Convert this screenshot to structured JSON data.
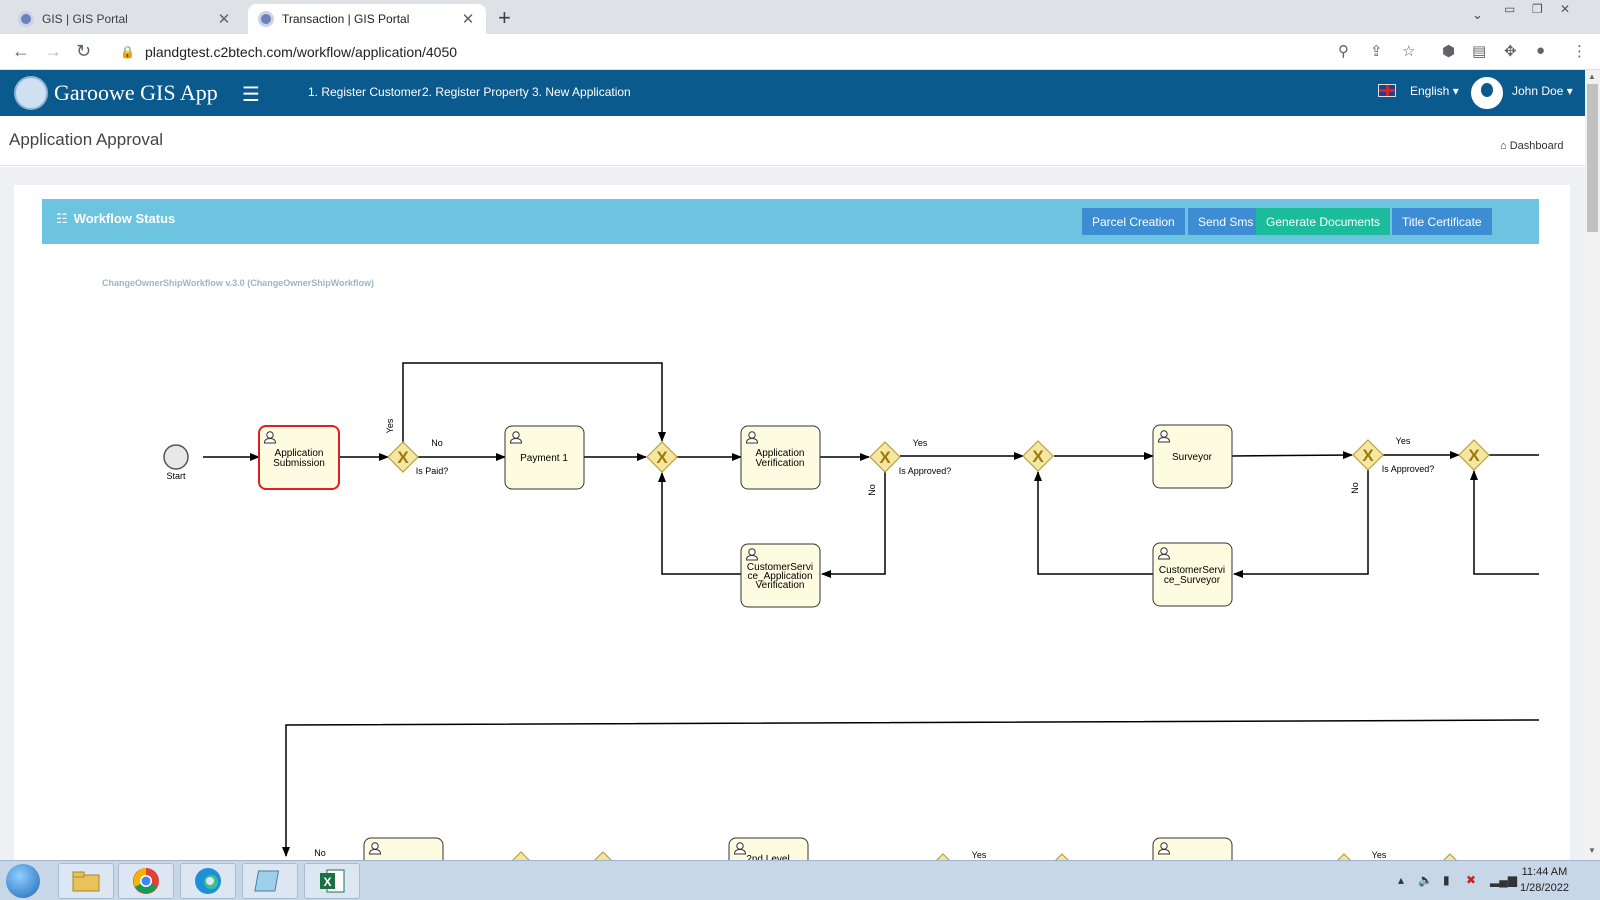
{
  "browser": {
    "tabs": [
      {
        "title": "GIS | GIS Portal",
        "active": false
      },
      {
        "title": "Transaction | GIS Portal",
        "active": true
      }
    ],
    "url": "plandgtest.c2btech.com/workflow/application/4050"
  },
  "header": {
    "app_title": "Garoowe GIS App",
    "nav": [
      "1. Register Customer",
      "2. Register Property",
      "3. New Application"
    ],
    "language": "English",
    "user": "John Doe"
  },
  "page": {
    "title": "Application Approval",
    "breadcrumb": "Dashboard"
  },
  "panel": {
    "title": "Workflow Status",
    "buttons": {
      "parcel_creation": "Parcel Creation",
      "send_sms": "Send Sms",
      "generate_documents": "Generate Documents",
      "title_certificate": "Title Certificate"
    }
  },
  "diagram": {
    "workflow_name": "ChangeOwnerShipWorkflow v.3.0 (ChangeOwnerShipWorkflow)",
    "start_label": "Start",
    "tasks": {
      "application_submission": [
        "Application",
        "Submission"
      ],
      "payment_1": [
        "Payment 1"
      ],
      "application_verification": [
        "Application",
        "Verification"
      ],
      "cs_application_verification": [
        "CustomerServi",
        "ce_Application",
        "Verification"
      ],
      "surveyor": [
        "Surveyor"
      ],
      "cs_surveyor": [
        "CustomerServi",
        "ce_Surveyor"
      ],
      "second_level_partial": [
        "2nd Level"
      ]
    },
    "gateway_labels": {
      "is_paid": "Is Paid?",
      "is_approved_1": "Is Approved?",
      "is_approved_2": "Is Approved?"
    },
    "flow_labels": {
      "yes": "Yes",
      "no": "No"
    }
  },
  "taskbar": {
    "time": "11:44 AM",
    "date": "1/28/2022"
  },
  "colors": {
    "header_bg": "#0b5a8d",
    "panel_header_bg": "#6cc4e0",
    "btn_blue": "#3c8dd4",
    "btn_green": "#1abc9c",
    "task_fill": "#fdfce0",
    "active_task_border": "#e02020",
    "gateway_fill": "#f5e7a0"
  }
}
